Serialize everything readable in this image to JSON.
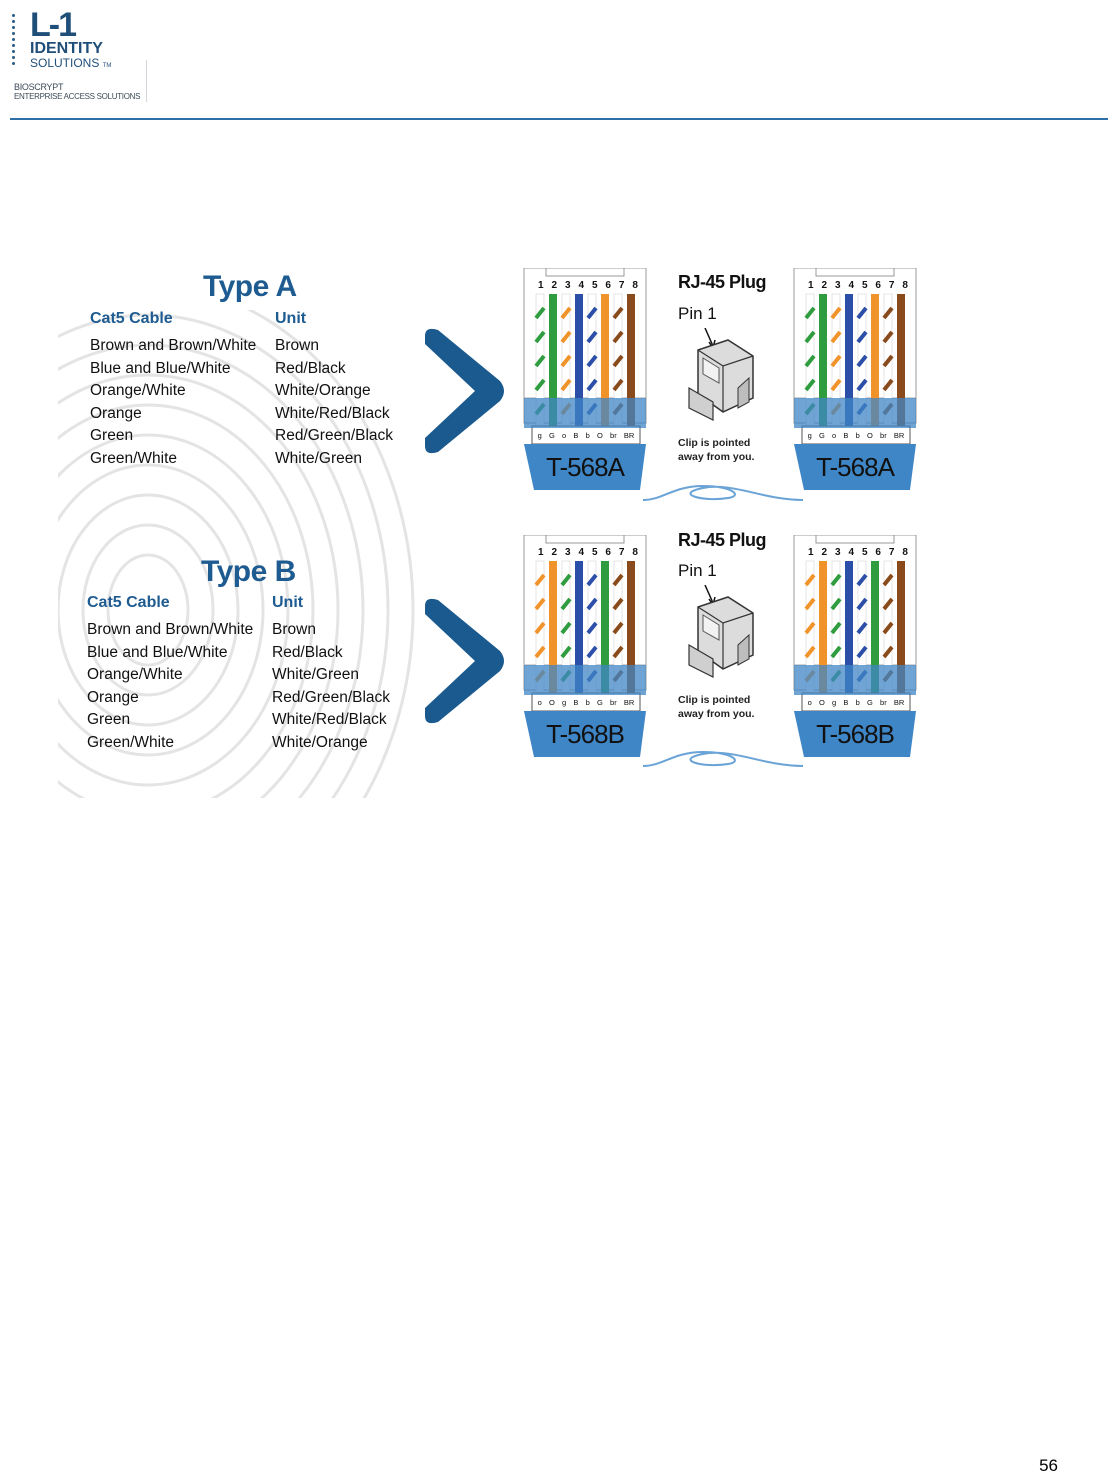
{
  "header": {
    "logo_main": "L-1",
    "logo_identity": "IDENTITY",
    "logo_solutions": "SOLUTIONS",
    "logo_tm": "TM",
    "logo_bioscrypt": "BIOSCRYPT",
    "logo_tagline": "ENTERPRISE ACCESS SOLUTIONS"
  },
  "colors": {
    "brand_blue": "#1e5b91",
    "rule_blue": "#2e6fa8",
    "connector_blue": "#3f86c6"
  },
  "type_a": {
    "title": "Type A",
    "col1_header": "Cat5 Cable",
    "col2_header": "Unit",
    "rows": [
      {
        "cable": "Brown and Brown/White",
        "unit": "Brown"
      },
      {
        "cable": "Blue and Blue/White",
        "unit": "Red/Black"
      },
      {
        "cable": "Orange/White",
        "unit": "White/Orange"
      },
      {
        "cable": "Orange",
        "unit": "White/Red/Black"
      },
      {
        "cable": "Green",
        "unit": "Red/Green/Black"
      },
      {
        "cable": "Green/White",
        "unit": "White/Green"
      }
    ],
    "rj_title": "RJ-45 Plug",
    "pin_label": "Pin 1",
    "clip_line1": "Clip is pointed",
    "clip_line2": "away from you.",
    "connector_label": "T-568A",
    "pin_numbers": [
      "1",
      "2",
      "3",
      "4",
      "5",
      "6",
      "7",
      "8"
    ],
    "codes": [
      "g",
      "G",
      "o",
      "B",
      "b",
      "O",
      "br",
      "BR"
    ],
    "wire_colors": [
      "green-stripe",
      "green",
      "orange-stripe",
      "blue",
      "blue-stripe",
      "orange",
      "brown-stripe",
      "brown"
    ]
  },
  "type_b": {
    "title": "Type B",
    "col1_header": "Cat5 Cable",
    "col2_header": "Unit",
    "rows": [
      {
        "cable": "Brown and Brown/White",
        "unit": "Brown"
      },
      {
        "cable": "Blue and Blue/White",
        "unit": "Red/Black"
      },
      {
        "cable": "Orange/White",
        "unit": "White/Green"
      },
      {
        "cable": "Orange",
        "unit": "Red/Green/Black"
      },
      {
        "cable": "Green",
        "unit": "White/Red/Black"
      },
      {
        "cable": "Green/White",
        "unit": "White/Orange"
      }
    ],
    "rj_title": "RJ-45 Plug",
    "pin_label": "Pin 1",
    "clip_line1": "Clip is pointed",
    "clip_line2": "away from you.",
    "connector_label": "T-568B",
    "pin_numbers": [
      "1",
      "2",
      "3",
      "4",
      "5",
      "6",
      "7",
      "8"
    ],
    "codes": [
      "o",
      "O",
      "g",
      "B",
      "b",
      "G",
      "br",
      "BR"
    ],
    "wire_colors": [
      "orange-stripe",
      "orange",
      "green-stripe",
      "blue",
      "blue-stripe",
      "green",
      "brown-stripe",
      "brown"
    ]
  },
  "page_number": "56"
}
